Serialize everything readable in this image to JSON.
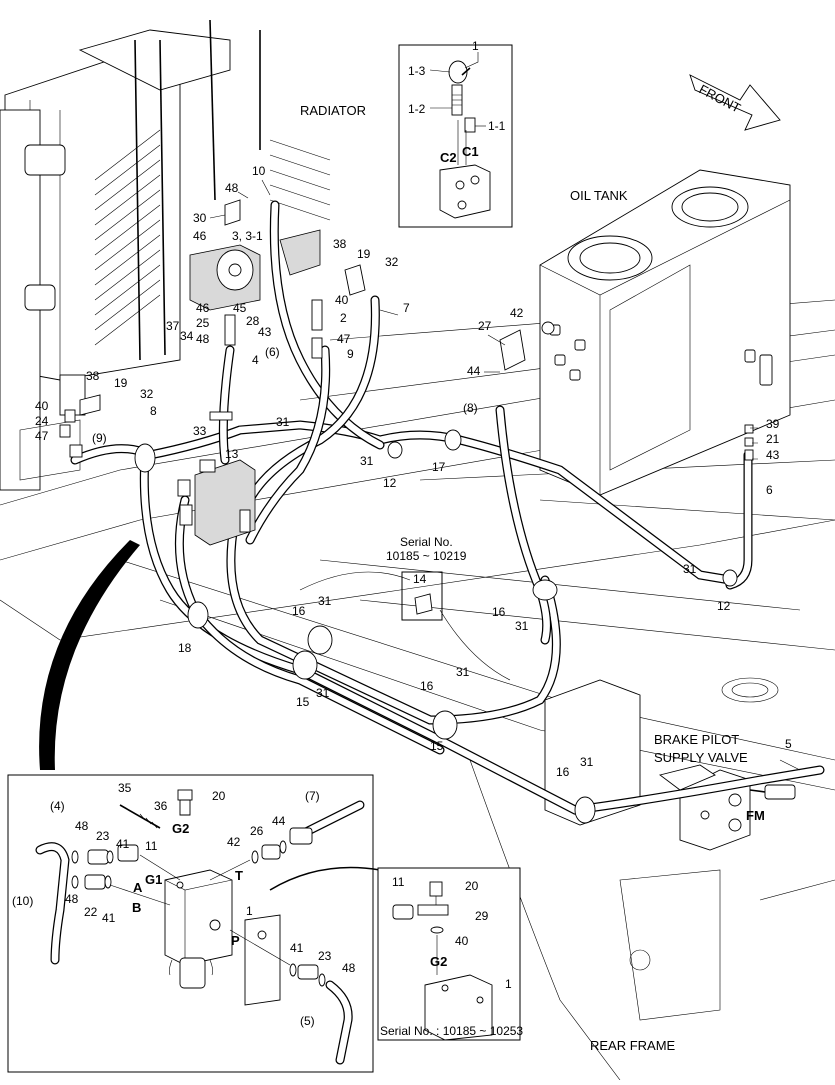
{
  "labels": {
    "radiator": "RADIATOR",
    "oil_tank": "OIL TANK",
    "front": "FRONT",
    "brake_pilot_1": "BRAKE PILOT",
    "brake_pilot_2": "SUPPLY VALVE",
    "rear_frame": "REAR FRAME",
    "fm": "FM",
    "serial_top_1": "Serial No.",
    "serial_top_2": "10185 ~ 10219",
    "serial_bottom": "Serial No. : 10185 ~ 10253"
  },
  "inset_top": {
    "p1": "1",
    "p1_3": "1-3",
    "p1_2": "1-2",
    "p1_1": "1-1",
    "c2": "C2",
    "c1": "C1"
  },
  "callouts_main": {
    "c48a": "48",
    "c10a": "10",
    "c30": "30",
    "c46a": "46",
    "c3": "3, 3-1",
    "c38a": "38",
    "c19a": "19",
    "c32a": "32",
    "c40a": "40",
    "c7": "7",
    "c46b": "46",
    "c45": "45",
    "c28": "28",
    "c2": "2",
    "c37": "37",
    "c34": "34",
    "c25": "25",
    "c43a": "43",
    "c47a": "47",
    "c48b": "48",
    "c6p": "(6)",
    "c4": "4",
    "c9": "9",
    "c27": "27",
    "c42a": "42",
    "c44a": "44",
    "c8p": "(8)",
    "c38b": "38",
    "c19b": "19",
    "c32b": "32",
    "c40b": "40",
    "c8": "8",
    "c24": "24",
    "c47b": "47",
    "c9p": "(9)",
    "c33": "33",
    "c31a": "31",
    "c13": "13",
    "c31b": "31",
    "c12a": "12",
    "c17": "17",
    "c39": "39",
    "c21": "21",
    "c43b": "43",
    "c6": "6",
    "c31c": "31",
    "c12b": "12",
    "c14": "14",
    "c16a": "16",
    "c31d": "31",
    "c16b": "16",
    "c31e": "31",
    "c18": "18",
    "c15a": "15",
    "c31f": "31",
    "c31g": "31",
    "c16c": "16",
    "c15b": "15",
    "c16d": "16",
    "c31h": "31",
    "c5": "5"
  },
  "inset_left": {
    "c35": "35",
    "c36": "36",
    "c20": "20",
    "g2": "G2",
    "c4p": "(4)",
    "c48a": "48",
    "c23a": "23",
    "c41a": "41",
    "c11": "11",
    "c42": "42",
    "c26": "26",
    "c44": "44",
    "c7p": "(7)",
    "a": "A",
    "g1": "G1",
    "t": "T",
    "c10p": "(10)",
    "c48b": "48",
    "c22": "22",
    "c41b": "41",
    "b": "B",
    "c1": "1",
    "p": "P",
    "c41c": "41",
    "c23b": "23",
    "c48c": "48",
    "c5p": "(5)"
  },
  "inset_right": {
    "c11": "11",
    "c20": "20",
    "c29": "29",
    "c40": "40",
    "g2": "G2",
    "c1": "1"
  }
}
